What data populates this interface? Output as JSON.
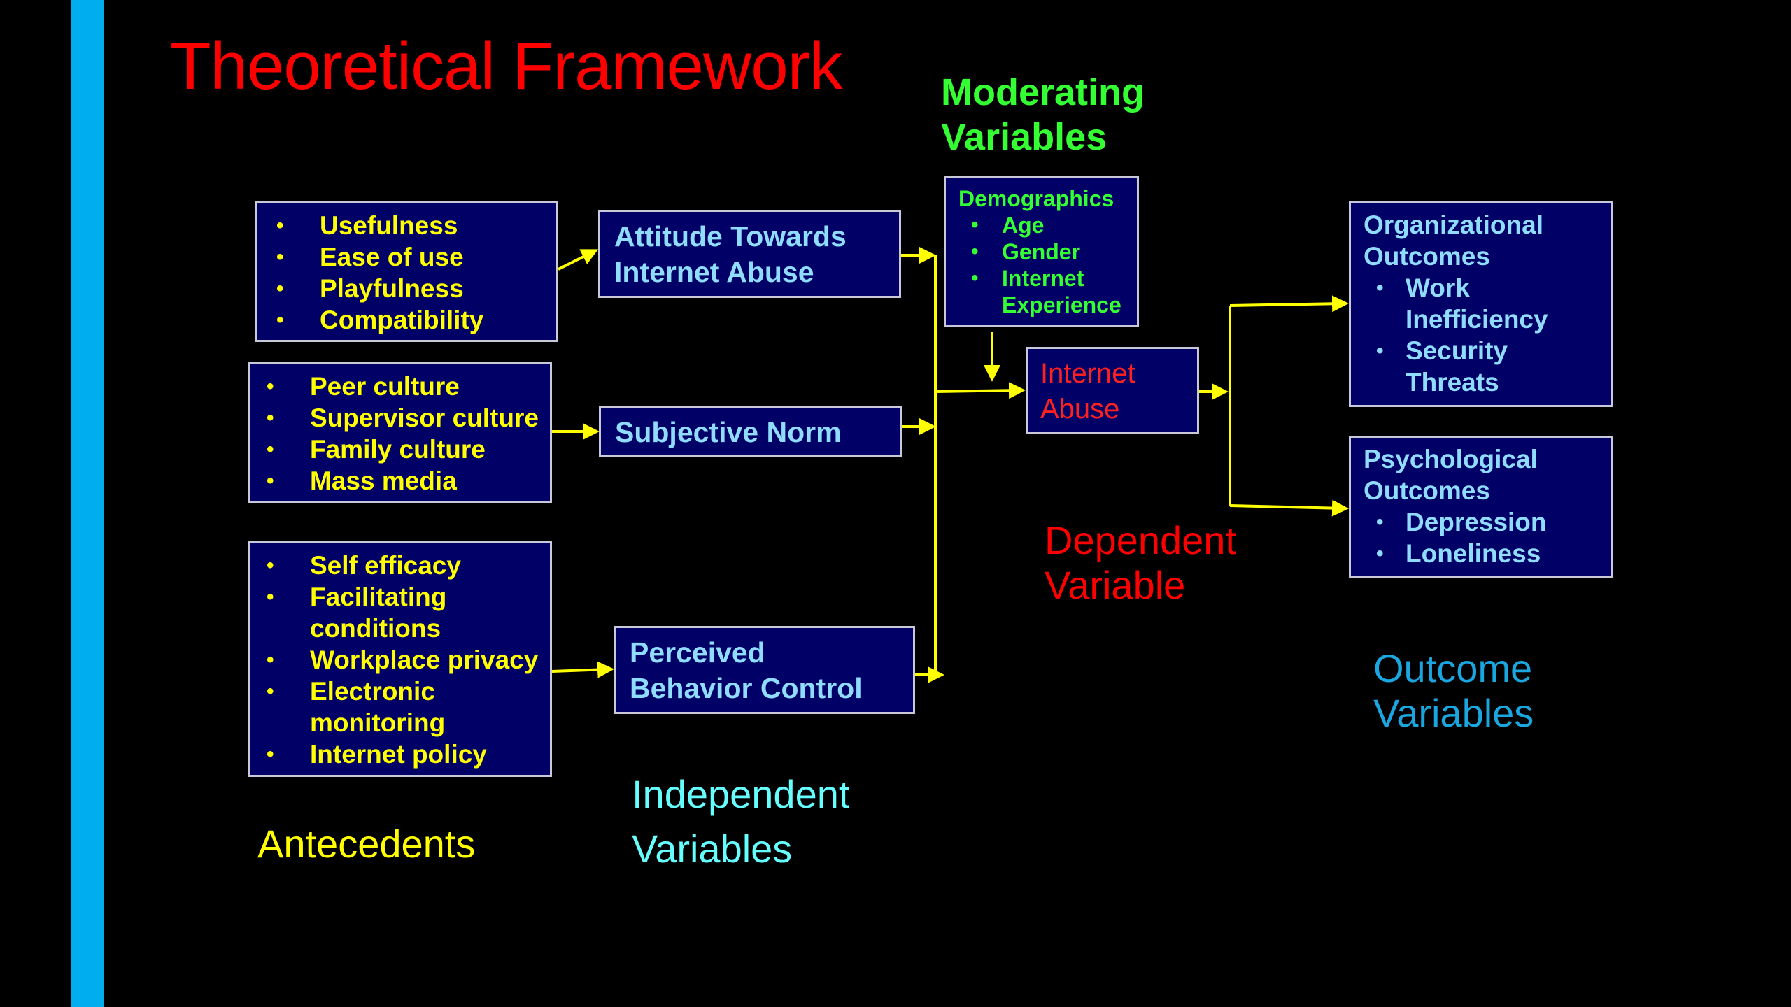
{
  "title": "Theoretical Framework",
  "colors": {
    "background": "#000000",
    "accent_bar": "#00adef",
    "title": "#ff0000",
    "box_fill": "#000066",
    "arrow": "#ffff00",
    "antecedents": "#ffff00",
    "independent": "#66ffff",
    "moderating": "#33ff33",
    "dependent": "#ff0000",
    "outcome": "#1aa7e0"
  },
  "sections": {
    "moderating": [
      "Moderating",
      "Variables"
    ],
    "antecedents": "Antecedents",
    "independent": [
      "Independent",
      "Variables"
    ],
    "dependent": [
      "Dependent",
      "Variable"
    ],
    "outcome": [
      "Outcome",
      "Variables"
    ]
  },
  "antecedent_boxes": [
    {
      "items": [
        "Usefulness",
        "Ease of use",
        "Playfulness",
        "Compatibility"
      ]
    },
    {
      "items": [
        "Peer culture",
        "Supervisor culture",
        "Family culture",
        "Mass media"
      ]
    },
    {
      "items": [
        [
          "Self efficacy"
        ],
        [
          "Facilitating",
          "conditions"
        ],
        [
          "Workplace privacy"
        ],
        [
          "Electronic",
          "monitoring"
        ],
        [
          "Internet policy"
        ]
      ]
    }
  ],
  "independent_boxes": [
    [
      "Attitude Towards",
      "Internet Abuse"
    ],
    [
      "Subjective Norm"
    ],
    [
      "Perceived",
      "Behavior Control"
    ]
  ],
  "moderator_box": {
    "heading": "Demographics",
    "items": [
      [
        "Age"
      ],
      [
        "Gender"
      ],
      [
        "Internet",
        "Experience"
      ]
    ]
  },
  "dependent_box": [
    "Internet",
    "Abuse"
  ],
  "outcome_boxes": [
    {
      "heading": [
        "Organizational",
        "Outcomes"
      ],
      "items": [
        [
          "Work",
          "Inefficiency"
        ],
        [
          "Security",
          "Threats"
        ]
      ]
    },
    {
      "heading": [
        "Psychological",
        "Outcomes"
      ],
      "items": [
        [
          "Depression"
        ],
        [
          "Loneliness"
        ]
      ]
    }
  ]
}
